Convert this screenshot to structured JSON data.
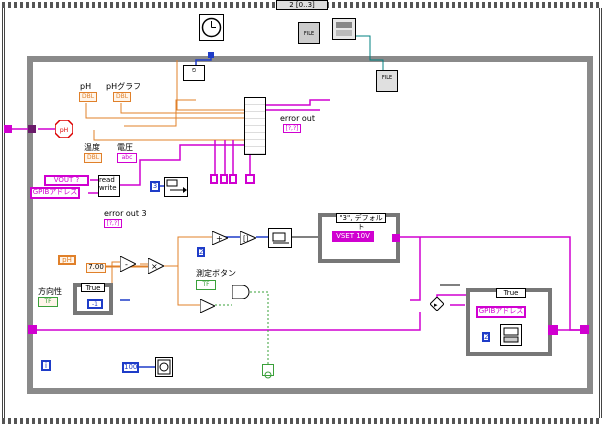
{
  "frame": {
    "sequence_label": "2 [0..3]"
  },
  "controls": {
    "ph": "pH",
    "ph_dbl": "DBL",
    "ph_graph": "pHグラフ",
    "ph_graph_dbl": "DBL",
    "temp": "温度",
    "temp_dbl": "DBL",
    "voltage": "電圧",
    "voltage_abc": "abc",
    "error_out": "error out",
    "error_out_tag": "[?,?]",
    "vout": "VOUT ?",
    "gpib_addr": "GPIBアドレス",
    "read": "read",
    "write": "write",
    "error_out_3": "error out 3",
    "error_out_3_tag": "[?,?]",
    "num_3": "3",
    "ph_local": "pH",
    "val_700": "7.00",
    "direction": "方向性",
    "tf": "TF",
    "true_label": "True",
    "case_true_2": "True",
    "measure_button": "測定ボタン",
    "measure_tf": "TF",
    "num_2a": "2",
    "case_default": "\"3\", デフォルト",
    "vset": "VSET 10V",
    "gpib_addr_2": "GPIBアドレス",
    "num_2b": "2",
    "num_100": "100",
    "info": "i"
  },
  "icons": [
    "clock-icon",
    "file-icon",
    "elapsed-time-icon",
    "file-write-icon",
    "no-entry-icon",
    "build-array-icon",
    "wait-icon",
    "gpib-write-icon",
    "stop-icon"
  ],
  "colors": {
    "orange": "#e0802a",
    "pink": "#d000d0",
    "blue": "#1e3cc8",
    "green": "#3aa03a",
    "teal": "#008080"
  }
}
